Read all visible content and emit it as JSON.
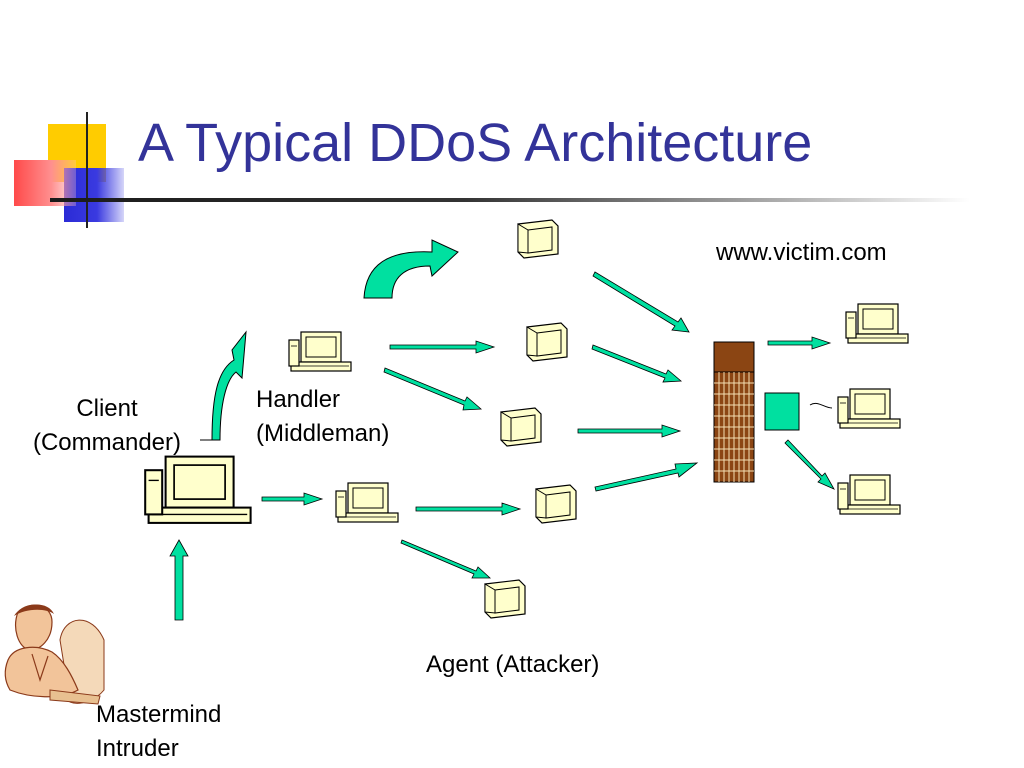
{
  "title": "A Typical DDoS Architecture",
  "labels": {
    "client_line1": "Client",
    "client_line2": "(Commander)",
    "handler_line1": "Handler",
    "handler_line2": "(Middleman)",
    "victim": "www.victim.com",
    "agent": "Agent (Attacker)",
    "mastermind_line1": "Mastermind",
    "mastermind_line2": "Intruder"
  },
  "colors": {
    "title": "#333399",
    "arrow_fill": "#00e0a0",
    "computer_fill": "#ffffcc",
    "wall_brick": "#8b4513",
    "router_fill": "#00e0a0"
  }
}
